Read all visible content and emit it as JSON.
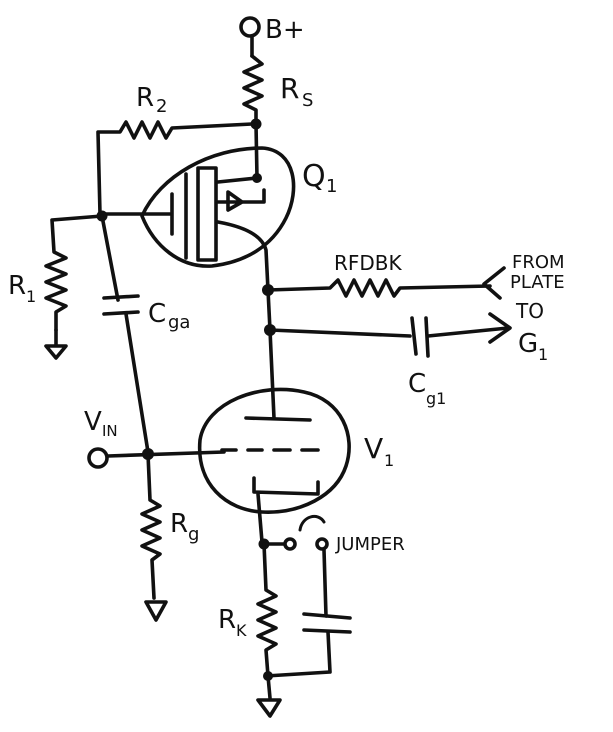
{
  "labels": {
    "supply": "B+",
    "r_s": "R",
    "r_s_sub": "S",
    "r2": "R",
    "r2_sub": "2",
    "q1": "Q",
    "q1_sub": "1",
    "r1": "R",
    "r1_sub": "1",
    "cga": "C",
    "cga_sub": "ga",
    "rfdbk": "RFDBK",
    "from": "FROM",
    "plate": "PLATE",
    "to": "TO",
    "g1": "G",
    "g1_sub": "1",
    "cg1": "C",
    "cg1_sub": "g1",
    "vin": "V",
    "vin_sub": "IN",
    "v1": "V",
    "v1_sub": "1",
    "rg": "R",
    "rg_sub": "g",
    "jumper": "JUMPER",
    "rk": "R",
    "rk_sub": "K"
  }
}
